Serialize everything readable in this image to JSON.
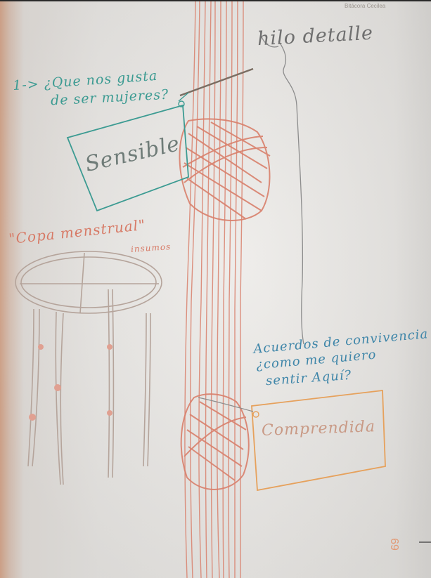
{
  "header": {
    "text": "Bitácora Cecilea"
  },
  "sketch": {
    "title": "hilo detalle",
    "question1_line1": "1-> ¿Que nos gusta",
    "question1_line2": "de ser mujeres?",
    "card1_word": "Sensible",
    "cup_label": "\"Copa menstrual\"",
    "cup_sublabel": "insumos",
    "question2_line1": "Acuerdos de convivencia",
    "question2_line2": "¿como me quiero",
    "question2_line3": "sentir Aquí?",
    "card2_word": "Comprendida"
  },
  "page_number": "69",
  "colors": {
    "teal_ink": "#3c9b92",
    "orange_ink": "#e6a15c",
    "red_pencil": "#d9806c",
    "gray_ink": "#6f6f6f",
    "blue_ink": "#3f86a9"
  }
}
